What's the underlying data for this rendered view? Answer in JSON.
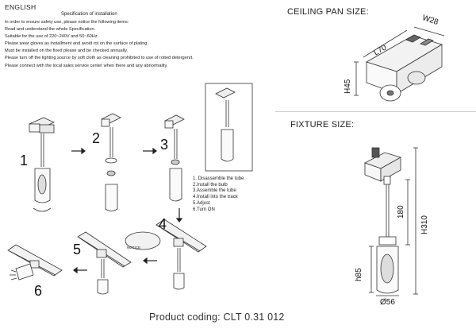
{
  "header": {
    "language": "ENGLISH",
    "spec_title": "Specification of installation"
  },
  "instructions": [
    "In order to ensure safety use, please notice the following items:",
    "Read and understand the whole Specification.",
    "Suitable for the use of 220~240V and 50~60Hz.",
    "Please wear gloves as installment and avoid rot on the surface of plating.",
    "Must be installed on the fixed please and be checked annually.",
    "Please turn off the lighting source by soft cloth as cleaning prohibited to use of rotted detergenrt.",
    "Please connect with the local sales service center when there and any abnormality."
  ],
  "ceiling_pan": {
    "title": "CEILING PAN SIZE:",
    "length": "L70",
    "width": "W28",
    "height": "H45"
  },
  "fixture": {
    "title": "FIXTURE SIZE:",
    "total_height": "H310",
    "rod_length": "180",
    "body_height": "h85",
    "diameter": "Ø56"
  },
  "steps": {
    "numbers": [
      "1",
      "2",
      "3",
      "4",
      "5",
      "6"
    ],
    "list": [
      "1. Disassemble the tube",
      "2.Install the bulb",
      "3.Assemble the tube",
      "4.Install into the track",
      "5.Adjust",
      "6.Turn ON"
    ],
    "notice_label": "NOTICE"
  },
  "footer": {
    "product_coding": "Product coding: CLT 0.31 012"
  }
}
